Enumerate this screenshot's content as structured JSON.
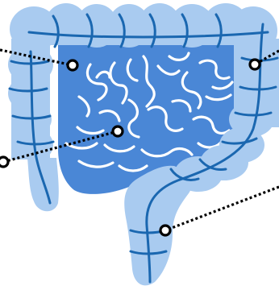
{
  "diagram": {
    "subject": "large-intestine-icon",
    "colors": {
      "colon_fill": "#a9cbf0",
      "small_intestine_fill": "#4a87d6",
      "vessel_stroke": "#1a67b0",
      "loops_stroke": "#ffffff",
      "leader_line": "#000000",
      "marker_stroke": "#000000",
      "marker_fill": "#ffffff"
    },
    "callouts": [
      {
        "id": "ascending-colon",
        "line_style": "dotted"
      },
      {
        "id": "small-intestine",
        "line_style": "dotted"
      },
      {
        "id": "transverse-colon",
        "line_style": "dotted"
      },
      {
        "id": "sigmoid-colon",
        "line_style": "dotted"
      }
    ]
  }
}
